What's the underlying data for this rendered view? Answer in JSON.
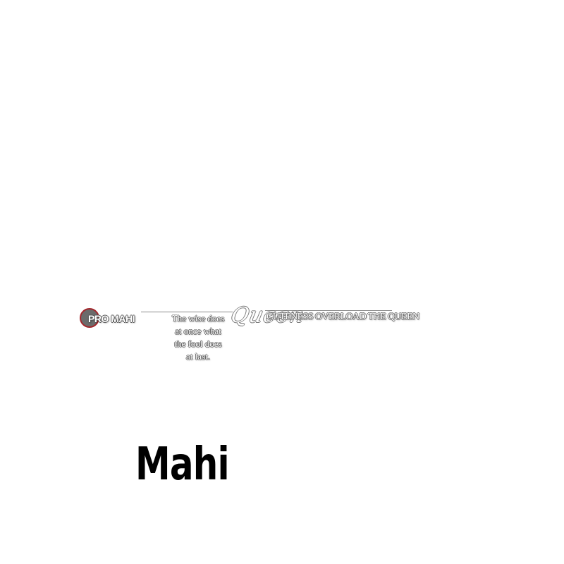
{
  "logo": {
    "text": "PRO MAHI",
    "colors": {
      "circle": "#6b6b6b",
      "ring": "#a3262b"
    }
  },
  "quote": {
    "lines": [
      "The wise does",
      "at once what",
      "the fool does",
      "at last."
    ]
  },
  "script_word": "Queen",
  "tagline": "CUTENESS OVERLOAD THE QUEEN",
  "name": "Mahi"
}
